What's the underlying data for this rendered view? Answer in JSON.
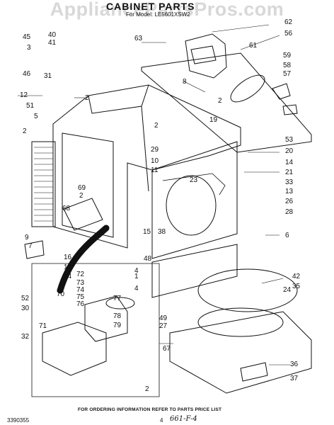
{
  "watermark": "AppliancePartsPros.com",
  "title": "CABINET PARTS",
  "subtitle": "For Model: LE5601XSW2",
  "footer": "FOR ORDERING INFORMATION REFER TO PARTS PRICE LIST",
  "doc_number": "3390355",
  "page_number": "4",
  "handwritten_note": "661-F-4",
  "callouts": [
    "45",
    "40",
    "41",
    "3",
    "46",
    "31",
    "12",
    "2",
    "51",
    "5",
    "2",
    "9",
    "7",
    "16",
    "18",
    "34",
    "1",
    "4",
    "69",
    "2",
    "68",
    "38",
    "15",
    "48",
    "4",
    "63",
    "62",
    "56",
    "61",
    "8",
    "2",
    "19",
    "2",
    "29",
    "10",
    "11",
    "23",
    "59",
    "58",
    "57",
    "53",
    "20",
    "14",
    "21",
    "33",
    "13",
    "26",
    "28",
    "6",
    "42",
    "35",
    "24",
    "49",
    "27",
    "67",
    "36",
    "37",
    "2",
    "72",
    "73",
    "74",
    "75",
    "76",
    "77",
    "78",
    "79",
    "70",
    "52",
    "30",
    "32",
    "71"
  ]
}
